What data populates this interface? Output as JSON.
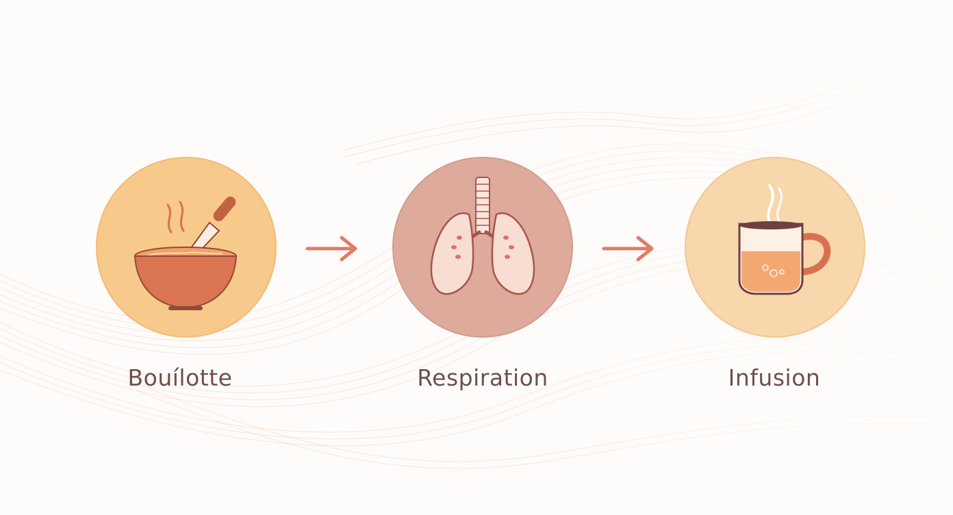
{
  "steps": [
    {
      "label": "Bouílotte",
      "icon": "soup-bowl-icon",
      "circle_color": "#f7c98a"
    },
    {
      "label": "Respiration",
      "icon": "lungs-icon",
      "circle_color": "#ddaa9c"
    },
    {
      "label": "Infusion",
      "icon": "tea-cup-icon",
      "circle_color": "#f8d7ac"
    }
  ],
  "colors": {
    "arrow": "#e07c67",
    "label": "#6e4f4c",
    "accent": "#d9714f"
  }
}
